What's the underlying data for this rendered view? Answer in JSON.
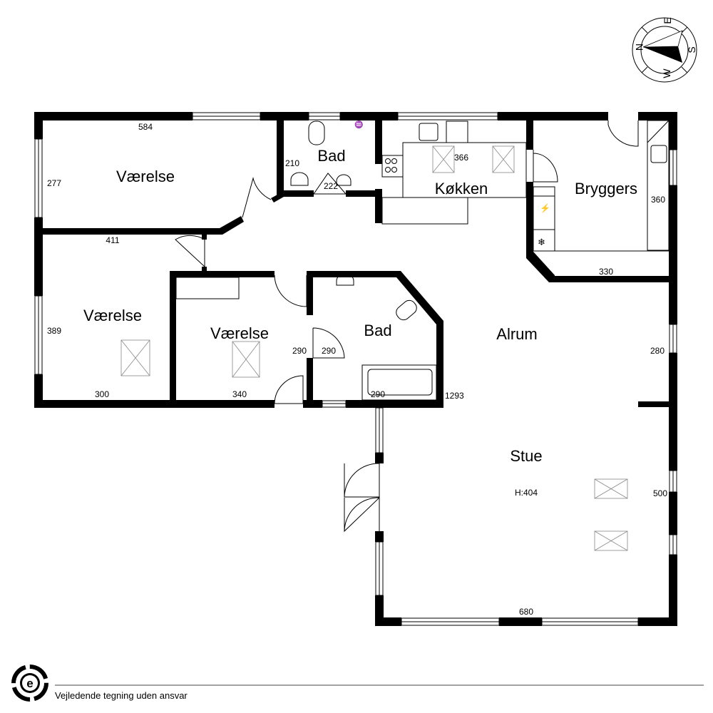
{
  "rooms": {
    "vaerelse_1": "Værelse",
    "bad_1": "Bad",
    "koekken": "Køkken",
    "bryggers": "Bryggers",
    "vaerelse_2": "Værelse",
    "vaerelse_3": "Værelse",
    "bad_2": "Bad",
    "alrum": "Alrum",
    "stue": "Stue"
  },
  "dimensions": {
    "d584": "584",
    "d277": "277",
    "d210": "210",
    "d222": "222",
    "d366": "366",
    "d360": "360",
    "d411": "411",
    "d330": "330",
    "d389": "389",
    "d300": "300",
    "d290a": "290",
    "d290b": "290",
    "d340": "340",
    "d290c": "290",
    "d1293": "1293",
    "d280": "280",
    "d500": "500",
    "d680": "680",
    "height": "H:404"
  },
  "compass": {
    "n": "N",
    "e": "E",
    "s": "S",
    "w": "W"
  },
  "footer": {
    "disclaimer": "Vejledende tegning uden ansvar",
    "logo_letter": "e"
  }
}
